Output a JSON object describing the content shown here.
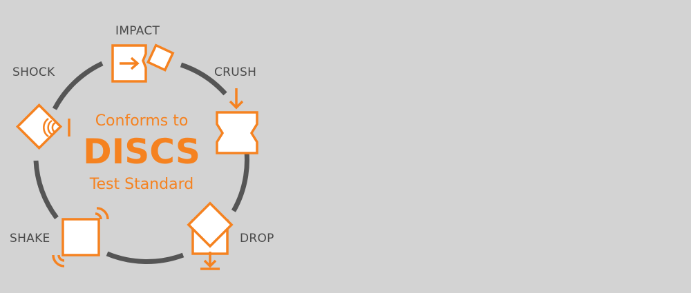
{
  "labels": {
    "impact": "IMPACT",
    "crush": "CRUSH",
    "drop": "DROP",
    "shake": "SHAKE",
    "shock": "SHOCK"
  },
  "center": {
    "line1": "Conforms to",
    "line2": "DISCS",
    "line3": "Test Standard"
  },
  "colors": {
    "accent": "#f58220",
    "ring": "#555555",
    "background": "#d3d3d3"
  }
}
